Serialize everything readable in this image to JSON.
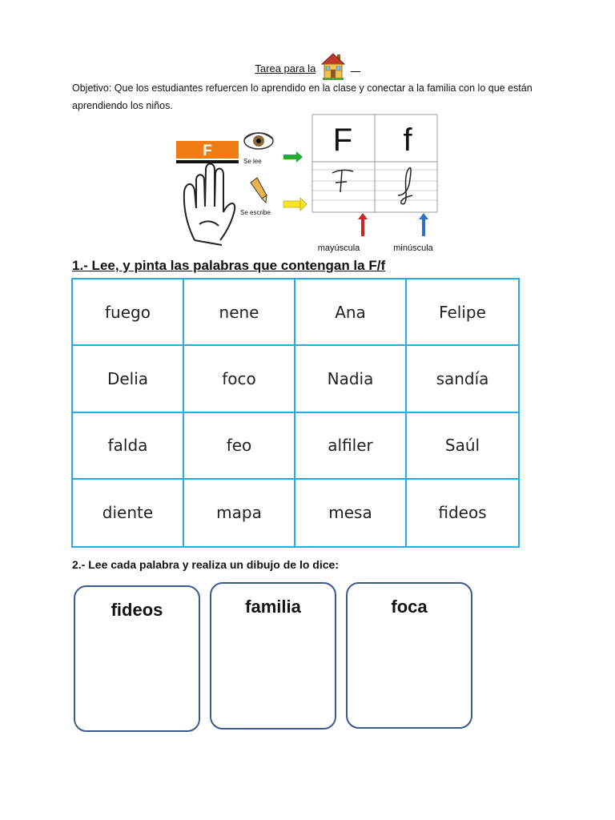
{
  "header": {
    "title_text": "Tarea para la",
    "house_icon": "house-icon"
  },
  "objective": {
    "text": "Objetivo: Que los estudiantes refuercen lo aprendido en la clase y conectar a la familia con lo que están aprendiendo los niños."
  },
  "letter_card": {
    "banner_letter": "F",
    "read_label": "Se lee",
    "write_label": "Se escribe",
    "upper_print": "F",
    "lower_print": "f",
    "upper_label": "mayúscula",
    "lower_label": "minúscula",
    "colors": {
      "banner": "#f07d14",
      "arrow_read": "#22aa33",
      "arrow_write": "#f4e62a",
      "arrow_upper": "#c62828",
      "arrow_lower": "#2f6fc4"
    }
  },
  "exercise1": {
    "heading": "1.- Lee, y pinta las palabras que contengan la F/f",
    "words": [
      [
        "fuego",
        "nene",
        "Ana",
        "Felipe"
      ],
      [
        "Delia",
        "foco",
        "Nadia",
        "sandía"
      ],
      [
        "falda",
        "feo",
        "alfiler",
        "Saúl"
      ],
      [
        "diente",
        "mapa",
        "mesa",
        "fideos"
      ]
    ],
    "border_color": "#29a9e1"
  },
  "exercise2": {
    "heading": "2.- Lee cada palabra y realiza un dibujo de lo dice:",
    "boxes": [
      "fideos",
      "familia",
      "foca"
    ],
    "border_color": "#3b5a8c"
  }
}
